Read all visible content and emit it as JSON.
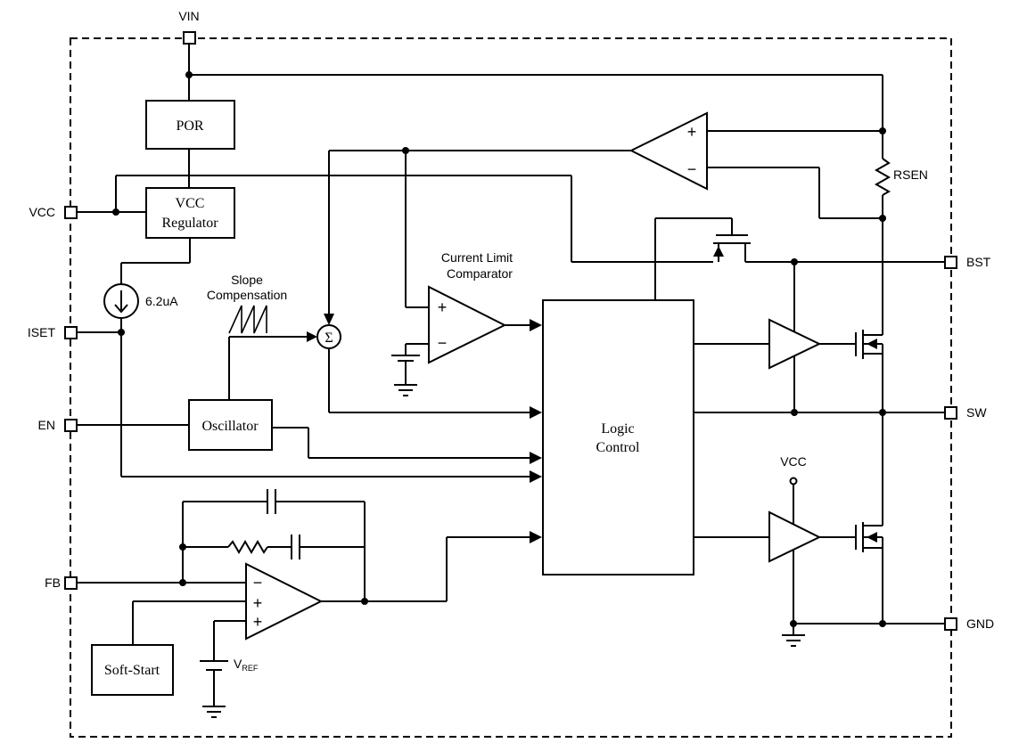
{
  "pins": {
    "vin": "VIN",
    "vcc": "VCC",
    "iset": "ISET",
    "en": "EN",
    "fb": "FB",
    "bst": "BST",
    "sw": "SW",
    "gnd": "GND"
  },
  "blocks": {
    "por": "POR",
    "vcc_regulator_line1": "VCC",
    "vcc_regulator_line2": "Regulator",
    "oscillator": "Oscillator",
    "logic_control_line1": "Logic",
    "logic_control_line2": "Control",
    "soft_start": "Soft-Start"
  },
  "labels": {
    "current_source": "6.2uA",
    "slope_comp_line1": "Slope",
    "slope_comp_line2": "Compensation",
    "current_limit_line1": "Current Limit",
    "current_limit_line2": "Comparator",
    "rsen": "RSEN",
    "vcc_rail": "VCC",
    "vref_main": "V",
    "vref_sub": "REF",
    "sigma": "Σ",
    "plus": "+",
    "minus": "−"
  }
}
